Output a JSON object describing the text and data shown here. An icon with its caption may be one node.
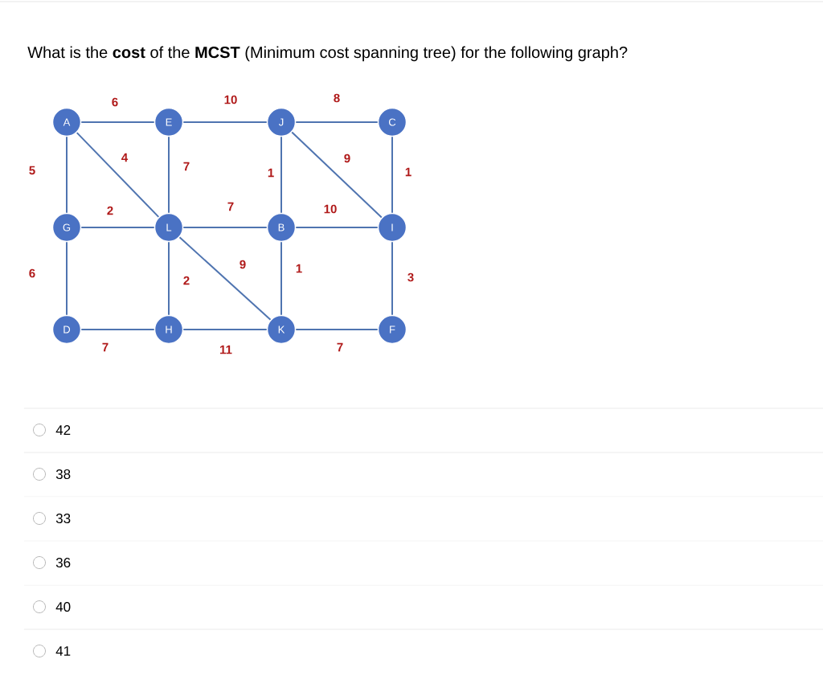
{
  "diagram": {
    "title": "What is the **cost** of the **MCST** (Minimum cost spanning tree) for the following graph?",
    "nodes": [
      {
        "text": [
          "A"
        ]
      },
      {
        "text": [
          "E"
        ]
      },
      {
        "text": [
          "J"
        ]
      },
      {
        "text": [
          "C"
        ]
      },
      {
        "text": [
          "G"
        ]
      },
      {
        "text": [
          "L"
        ]
      },
      {
        "text": [
          "B"
        ]
      },
      {
        "text": [
          "I"
        ]
      },
      {
        "text": [
          "D"
        ]
      },
      {
        "text": [
          "H"
        ]
      },
      {
        "text": [
          "K"
        ]
      },
      {
        "text": [
          "F"
        ]
      }
    ],
    "edges": [
      {
        "from": 0,
        "to": 1,
        "arrow": "none",
        "label": "6"
      },
      {
        "from": 1,
        "to": 2,
        "arrow": "none",
        "label": "10"
      },
      {
        "from": 2,
        "to": 3,
        "arrow": "none",
        "label": "8"
      },
      {
        "from": 0,
        "to": 4,
        "arrow": "none",
        "label": "5"
      },
      {
        "from": 0,
        "to": 5,
        "arrow": "none",
        "label": "4"
      },
      {
        "from": 1,
        "to": 5,
        "arrow": "none",
        "label": "7"
      },
      {
        "from": 2,
        "to": 6,
        "arrow": "none",
        "label": "1"
      },
      {
        "from": 2,
        "to": 7,
        "arrow": "none",
        "label": "9"
      },
      {
        "from": 3,
        "to": 7,
        "arrow": "none",
        "label": "1"
      },
      {
        "from": 4,
        "to": 5,
        "arrow": "none",
        "label": "2"
      },
      {
        "from": 5,
        "to": 6,
        "arrow": "none",
        "label": "7"
      },
      {
        "from": 6,
        "to": 7,
        "arrow": "none",
        "label": "10"
      },
      {
        "from": 4,
        "to": 8,
        "arrow": "none",
        "label": "6"
      },
      {
        "from": 5,
        "to": 9,
        "arrow": "none",
        "label": "2"
      },
      {
        "from": 5,
        "to": 10,
        "arrow": "none",
        "label": "9"
      },
      {
        "from": 6,
        "to": 10,
        "arrow": "none",
        "label": "1"
      },
      {
        "from": 7,
        "to": 11,
        "arrow": "none",
        "label": "3"
      },
      {
        "from": 8,
        "to": 9,
        "arrow": "none",
        "label": "7"
      },
      {
        "from": 9,
        "to": 10,
        "arrow": "none",
        "label": "11"
      },
      {
        "from": 10,
        "to": 11,
        "arrow": "none",
        "label": "7"
      }
    ],
    "labels": [
      "42",
      "38",
      "33",
      "36",
      "40",
      "41"
    ]
  }
}
